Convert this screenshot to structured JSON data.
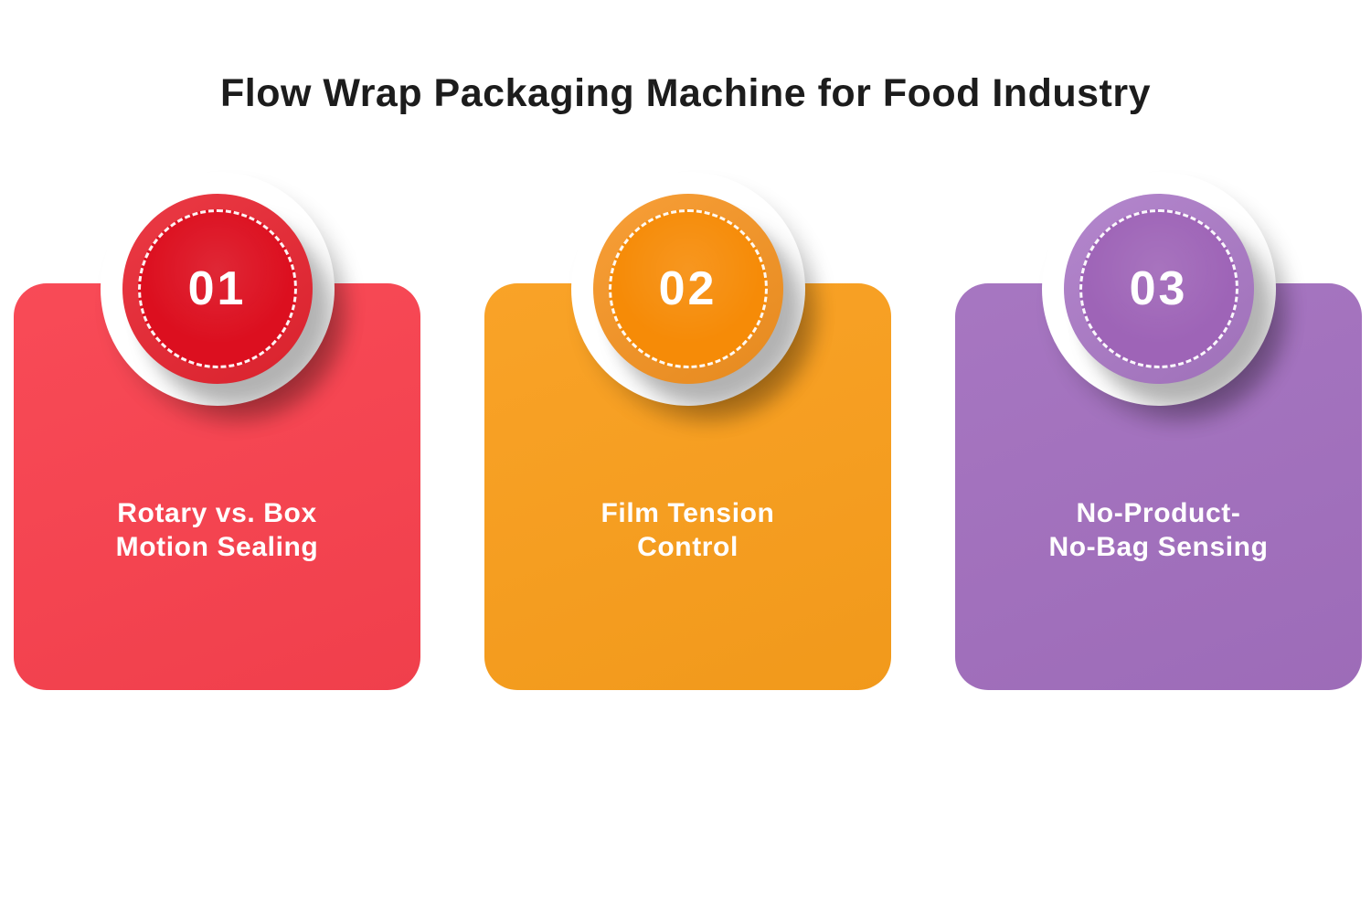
{
  "title": "Flow Wrap Packaging Machine for Food Industry",
  "cards": [
    {
      "number": "01",
      "label": "Rotary vs. Box\nMotion Sealing",
      "colors": {
        "card": "#F8414E",
        "ring": "#E92430",
        "inner": "#DC0F1F"
      }
    },
    {
      "number": "02",
      "label": "Film Tension\nControl",
      "colors": {
        "card": "#F99E1C",
        "ring": "#F79421",
        "inner": "#F68B07"
      }
    },
    {
      "number": "03",
      "label": "No-Product-\nNo-Bag Sensing",
      "colors": {
        "card": "#A26FBE",
        "ring": "#AB79C7",
        "inner": "#9E64B7"
      }
    }
  ],
  "colors": {
    "background": "#FFFFFF",
    "title_text": "#1C1C1C",
    "card_text": "#FFFFFF",
    "badge_text": "#FFFFFF",
    "shadow": "#C9C9C9"
  }
}
